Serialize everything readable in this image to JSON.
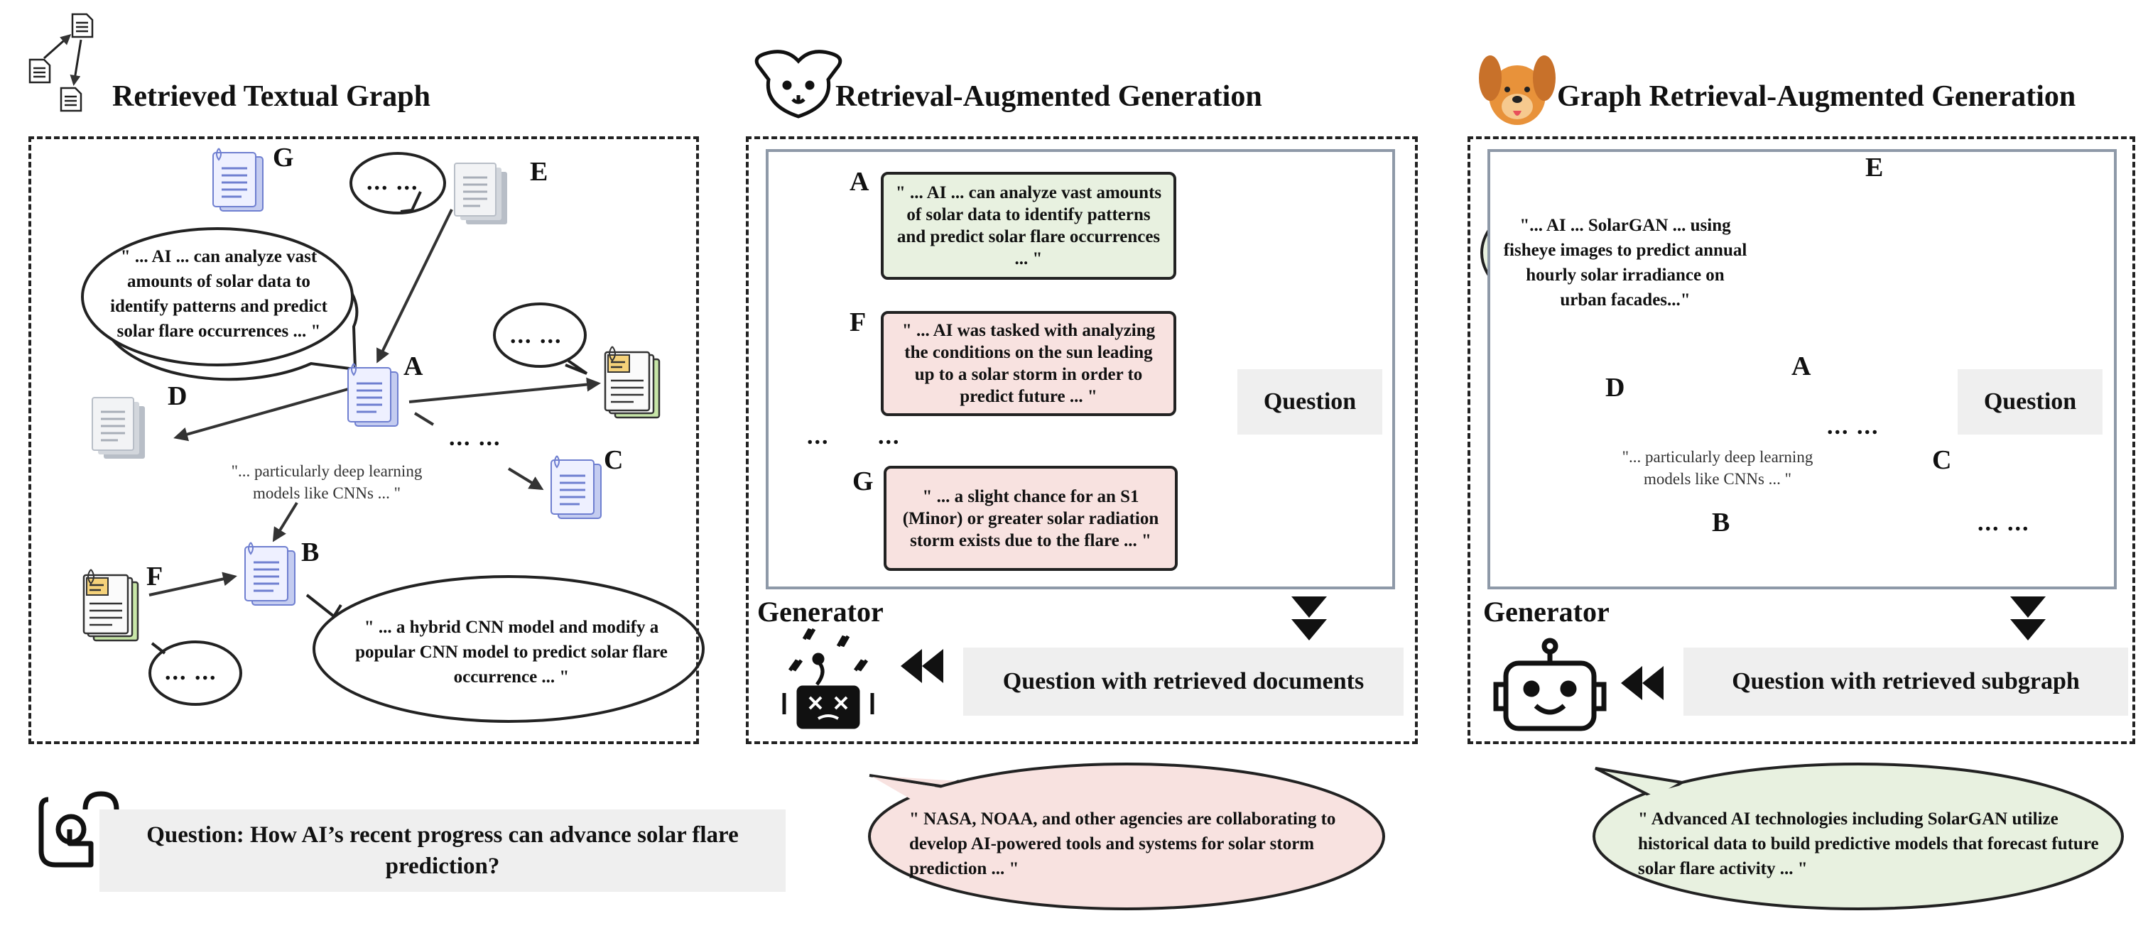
{
  "panel_left": {
    "title": "Retrieved Textual Graph",
    "nodes": {
      "A": "A",
      "B": "B",
      "C": "C",
      "D": "D",
      "E": "E",
      "F": "F",
      "G": "G"
    },
    "bubble_a": "\" ... AI ... can analyze vast amounts of solar data to identify patterns and predict solar flare occurrences ... \"",
    "bubble_b": "\" ... a hybrid CNN model and modify a popular CNN model to predict solar flare occurrence ... \"",
    "edge_label_ab": "\"... particularly deep learning models like CNNs ... \"",
    "ellipsis_small": "... ...",
    "ellipsis_edge": "... ..."
  },
  "panel_middle": {
    "title": "Retrieval-Augmented Generation",
    "docs": [
      {
        "label": "A",
        "text": "\" ... AI ... can analyze vast amounts of solar data to identify patterns and predict solar flare occurrences ... \""
      },
      {
        "label": "F",
        "text": "\" ... AI was tasked with analyzing the conditions on the sun leading up to a solar storm in order to predict future ... \""
      },
      {
        "label": "G",
        "text": "\" ... a slight chance for an S1 (Minor) or greater solar radiation storm exists due to the flare ... \""
      }
    ],
    "ellipsis": "...",
    "plus": "+",
    "question_label": "Question",
    "generator_label": "Generator",
    "result_label": "Question with retrieved documents",
    "answer": "\" NASA, NOAA, and other agencies are collaborating to develop AI-powered tools and systems for solar storm prediction ... \""
  },
  "panel_right": {
    "title": "Graph Retrieval-Augmented Generation",
    "nodes": {
      "A": "A",
      "B": "B",
      "C": "C",
      "D": "D",
      "E": "E"
    },
    "bubble_e": "\"... AI ... SolarGAN ... using fisheye images to predict annual hourly solar irradiance on urban facades...\"",
    "edge_label_ab": "\"... particularly deep learning models like CNNs ... \"",
    "ellipsis_small": "... ...",
    "ellipsis_edge": "... ...",
    "plus": "+",
    "question_label": "Question",
    "generator_label": "Generator",
    "result_label": "Question with retrieved subgraph",
    "answer": "\" Advanced AI technologies including SolarGAN utilize historical data to build predictive models that forecast future solar flare activity ... \""
  },
  "question_bar": {
    "text": "Question: How AI’s recent progress can advance solar flare prediction?"
  },
  "colors": {
    "doc_blue": "#9aa8e8",
    "doc_grey": "#c9ced6",
    "clipboard_yellow": "#f5d27a",
    "clipboard_green": "#c8e6a8",
    "bubble_green": "#e8f1e0",
    "bubble_pink": "#f8e2e0",
    "dog_orange": "#e8923a"
  }
}
